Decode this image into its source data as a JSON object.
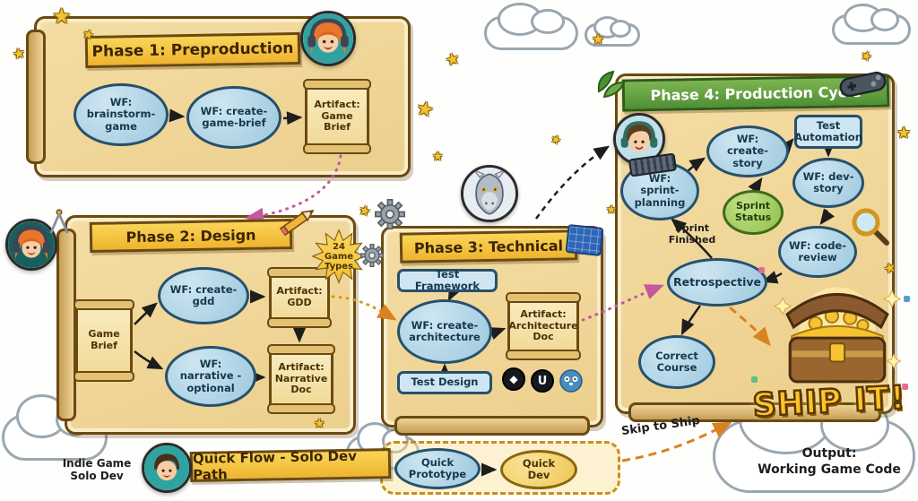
{
  "icons": {
    "star": "★",
    "unity": "◆",
    "unreal": "U"
  },
  "colors": {
    "banner_yellow": "#f6c33c",
    "banner_green": "#63a33f",
    "node_blue": "#a9cfe2",
    "status_green": "#9cc957",
    "parchment": "#f2d79b",
    "arrow_pink": "#c4589c",
    "arrow_orange": "#d9831f"
  },
  "phase1": {
    "title": "Phase 1: Preproduction",
    "wf_brainstorm": "WF: brainstorm-game",
    "wf_create_game_brief": "WF: create-game-brief",
    "artifact_game_brief": "Artifact: Game Brief"
  },
  "phase2": {
    "title": "Phase 2: Design",
    "badge_24_game_types": "24 Game Types",
    "game_brief": "Game Brief",
    "wf_create_gdd": "WF: create-gdd",
    "wf_narrative_optional": "WF: narrative - optional",
    "artifact_gdd": "Artifact: GDD",
    "artifact_narrative_doc": "Artifact: Narrative Doc"
  },
  "phase3": {
    "title": "Phase 3: Technical",
    "test_framework": "Test Framework",
    "wf_create_architecture": "WF: create-architecture",
    "artifact_architecture_doc": "Artifact: Architecture Doc",
    "test_design": "Test Design"
  },
  "phase4": {
    "title": "Phase 4: Production Cycle",
    "wf_sprint_planning": "WF: sprint-planning",
    "wf_create_story": "WF: create-story",
    "test_automation": "Test Automation",
    "wf_dev_story": "WF: dev-story",
    "sprint_status": "Sprint Status",
    "wf_code_review": "WF: code-review",
    "sprint_finished": "Sprint Finished",
    "retrospective": "Retrospective",
    "correct_course": "Correct Course"
  },
  "quick_flow": {
    "solo_dev_label": "Indie Game Solo Dev",
    "banner": "Quick Flow - Solo Dev Path",
    "quick_prototype": "Quick Prototype",
    "quick_dev": "Quick Dev",
    "skip_to_ship": "Skip to Ship"
  },
  "output": {
    "ship_it": "SHIP IT!",
    "label": "Output:",
    "text": "Working Game Code"
  }
}
